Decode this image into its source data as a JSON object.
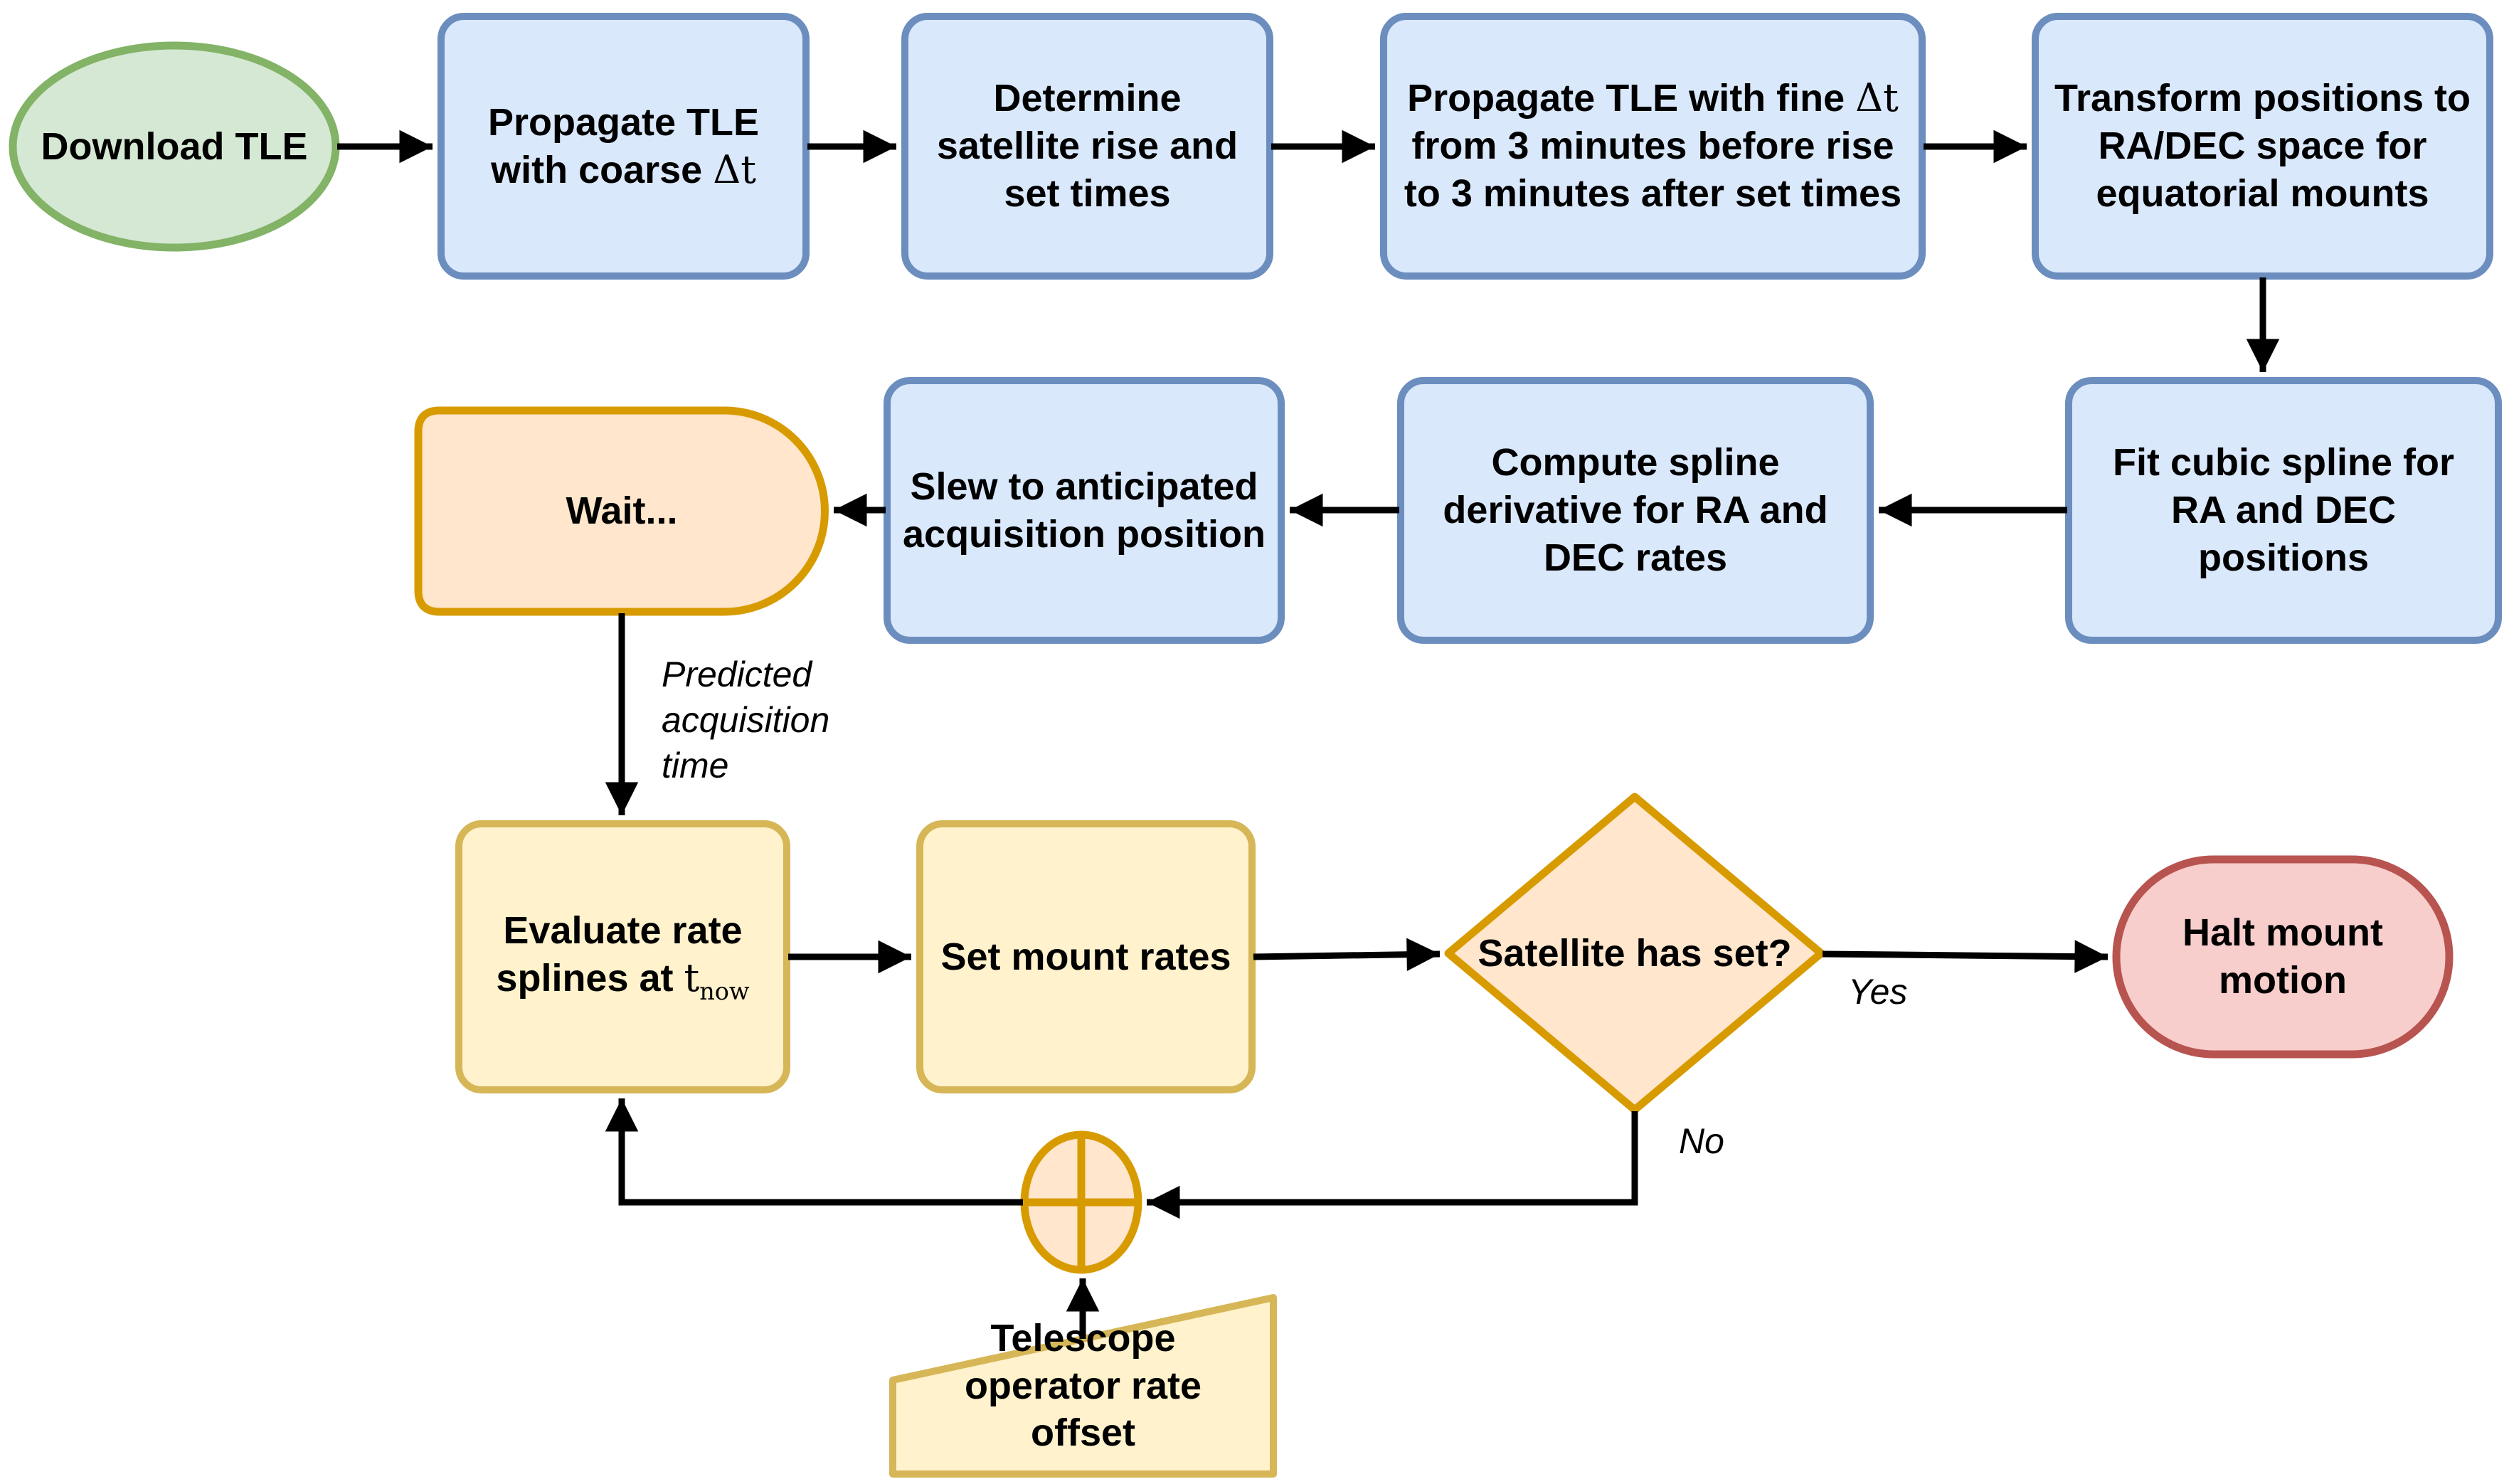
{
  "title": "Satellite tracking flowchart",
  "colors": {
    "background": "#ffffff",
    "process_blue_fill": "#dae8fc",
    "process_blue_stroke": "#6c8ebf",
    "start_green_fill": "#d5e8d4",
    "start_green_stroke": "#82b366",
    "delay_orange_fill": "#ffe6cc",
    "delay_orange_stroke": "#d79b00",
    "action_yellow_fill": "#fff2cc",
    "action_yellow_stroke": "#d6b656",
    "terminator_red_fill": "#f8cecc",
    "terminator_red_stroke": "#b85450",
    "connector": "#000000",
    "text": "#000000"
  },
  "nodes": {
    "download_tle": {
      "label": "Download TLE"
    },
    "propagate_coarse": {
      "line1": "Propagate TLE",
      "line2_pre": "with coarse ",
      "line2_math": "Δt"
    },
    "determine_rise_set": {
      "lines": [
        "Determine",
        "satellite rise and",
        "set times"
      ]
    },
    "propagate_fine": {
      "line1_pre": "Propagate TLE with fine ",
      "line1_math": "Δt",
      "line2": "from 3 minutes before rise",
      "line3": "to 3 minutes after set times"
    },
    "transform_positions": {
      "lines": [
        "Transform positions to",
        "RA/DEC space for",
        "equatorial mounts"
      ]
    },
    "fit_spline": {
      "lines": [
        "Fit cubic spline for",
        "RA and DEC",
        "positions"
      ]
    },
    "compute_derivative": {
      "lines": [
        "Compute spline",
        "derivative for RA and",
        "DEC rates"
      ]
    },
    "slew": {
      "lines": [
        "Slew to anticipated",
        "acquisition position"
      ]
    },
    "wait": {
      "label": "Wait..."
    },
    "evaluate_splines": {
      "line1": "Evaluate rate",
      "line2_pre": "splines at ",
      "line2_t": "t",
      "line2_sub": "now"
    },
    "set_mount_rates": {
      "label": "Set mount rates"
    },
    "satellite_has_set": {
      "label": "Satellite has set?"
    },
    "halt_mount": {
      "lines": [
        "Halt mount",
        "motion"
      ]
    },
    "operator_offset": {
      "lines": [
        "Telescope",
        "operator rate",
        "offset"
      ]
    }
  },
  "edge_labels": {
    "predicted": [
      "Predicted",
      "acquisition",
      "time"
    ],
    "yes": "Yes",
    "no": "No"
  }
}
